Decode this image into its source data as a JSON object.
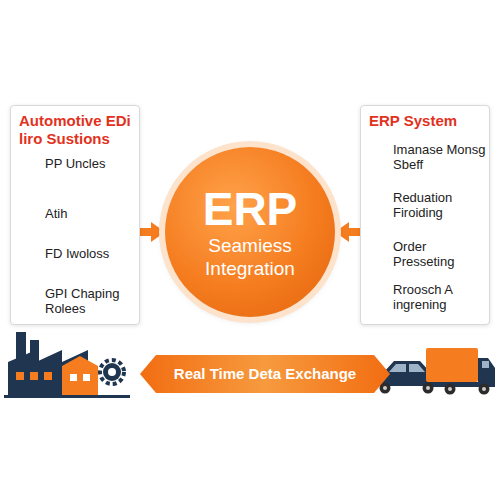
{
  "diagram": {
    "nodes": [
      {
        "text": [
          "Automotive EDi liro Sustions"
        ]
      },
      {
        "text": [
          "PP Uncles"
        ],
        "in": 0
      },
      {
        "text": [
          "Atih"
        ],
        "in": 0
      },
      {
        "text": [
          "FD Iwoloss"
        ],
        "in": 0
      },
      {
        "text": [
          "GPI Chaping Rolees"
        ],
        "in": 0
      },
      {
        "text": [
          "ERP System"
        ]
      },
      {
        "text": [
          "Imanase Monsg Sbeff"
        ],
        "in": 5
      },
      {
        "text": [
          "Reduation Firoiding"
        ],
        "in": 5
      },
      {
        "text": [
          "Order Presseting"
        ],
        "in": 5
      },
      {
        "text": [
          "Rroosch A ingrening"
        ],
        "in": 5
      },
      {
        "text": [
          "ERP",
          "Seamiess Integration"
        ]
      },
      {
        "text": [
          "Real Time Deta Exchange"
        ]
      }
    ],
    "edges": [
      {
        "from": 0,
        "to": 10,
        "arrow": "to"
      },
      {
        "from": 5,
        "to": 10,
        "arrow": "to"
      }
    ]
  }
}
